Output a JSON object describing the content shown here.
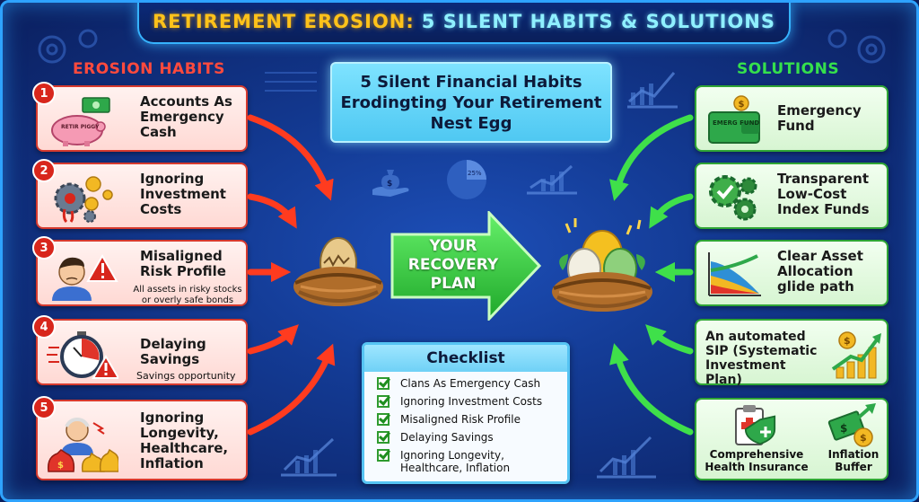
{
  "header": {
    "title_a": "RETIREMENT EROSION:",
    "title_b": "5 SILENT HABITS & SOLUTIONS"
  },
  "left": {
    "heading": "EROSION HABITS",
    "habits": [
      {
        "num": "1",
        "title": "Accounts As Emergency Cash",
        "sub": "",
        "icon": "piggy-bank-icon",
        "icon_text": "RETIR PIGGY"
      },
      {
        "num": "2",
        "title": "Ignoring Investment Costs",
        "sub": "",
        "icon": "gears-coins-icon"
      },
      {
        "num": "3",
        "title": "Misaligned Risk Profile",
        "sub": "All assets in risky stocks or overly safe bonds",
        "icon": "worried-person-warning-icon"
      },
      {
        "num": "4",
        "title": "Delaying Savings",
        "sub": "Savings opportunity",
        "icon": "stopwatch-warning-icon"
      },
      {
        "num": "5",
        "title": "Ignoring Longevity, Healthcare, Inflation",
        "sub": "",
        "icon": "elderly-money-bags-icon"
      }
    ]
  },
  "right": {
    "heading": "SOLUTIONS",
    "solutions": [
      {
        "title": "Emergency Fund",
        "icon": "emergency-fund-wallet-icon",
        "icon_text": "EMERG FUND"
      },
      {
        "title": "Transparent Low-Cost Index Funds",
        "icon": "gears-check-icon"
      },
      {
        "title": "Clear Asset Allocation glide path",
        "icon": "allocation-chart-icon"
      },
      {
        "title": "An automated SIP (Systematic Investment Plan)",
        "icon": "growth-bars-coin-icon"
      },
      {
        "title_a": "Comprehensive Health Insurance",
        "title_b": "Inflation Buffer",
        "icon_a": "health-insurance-icon",
        "icon_b": "cash-arrow-icon"
      }
    ]
  },
  "center": {
    "title": "5 Silent Financial Habits Erodingting Your Retirement Nest Egg",
    "recovery": "YOUR RECOVERY PLAN",
    "pie_label": "25%"
  },
  "checklist": {
    "heading": "Checklist",
    "items": [
      "Clans As Emergency Cash",
      "Ignoring Investment Costs",
      "Misaligned Risk Profile",
      "Delaying Savings",
      "Ignoring Longevity, Healthcare, Inflation"
    ]
  },
  "colors": {
    "erosion": "#d63a2e",
    "solution": "#2fa535",
    "title_gold": "#ffc21a",
    "title_cyan": "#8ff0ff"
  }
}
